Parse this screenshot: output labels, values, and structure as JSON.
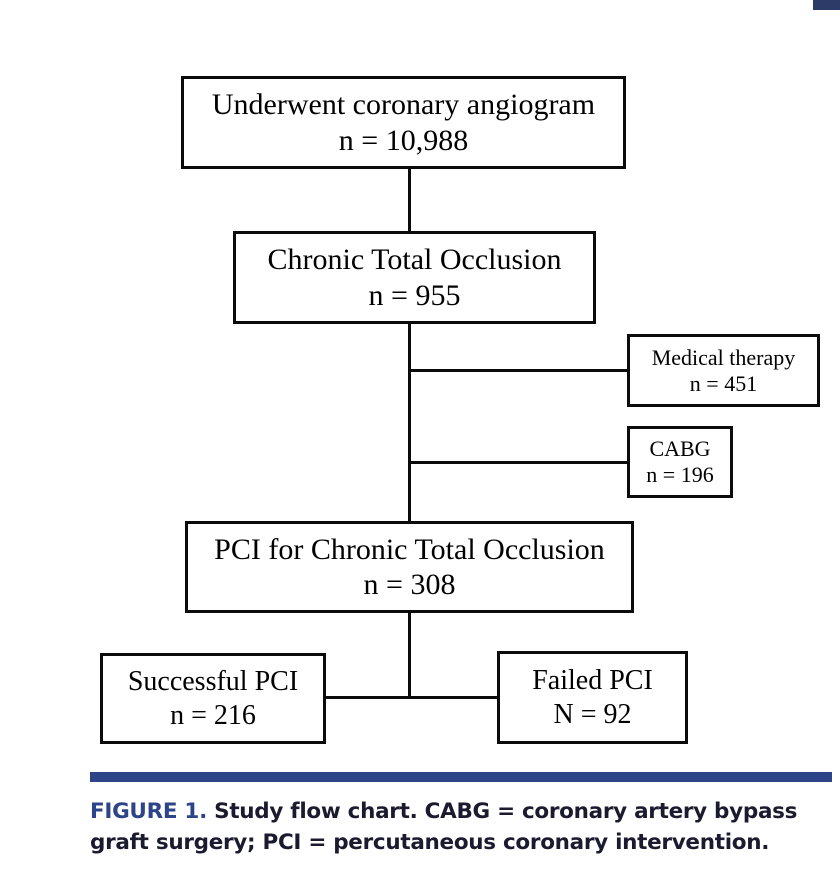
{
  "figure": {
    "caption_label": "FIGURE 1.",
    "caption_body": " Study flow chart. CABG = coronary artery bypass graft surgery; PCI = percutaneous coronary intervention.",
    "rule_color": "#2e4489",
    "label_color": "#2e4489",
    "body_color": "#1b1b2f",
    "corner_mark_color": "#2d3b68"
  },
  "chart_data": {
    "type": "diagram",
    "subtype": "flowchart",
    "title": "Study flow chart",
    "nodes": [
      {
        "id": "angiogram",
        "line1": "Underwent coronary angiogram",
        "line2": "n = 10,988",
        "count": 10988
      },
      {
        "id": "cto",
        "line1": "Chronic Total Occlusion",
        "line2": "n = 955",
        "count": 955
      },
      {
        "id": "medical",
        "line1": "Medical therapy",
        "line2": "n = 451",
        "count": 451
      },
      {
        "id": "cabg",
        "line1": "CABG",
        "line2": "n = 196",
        "count": 196
      },
      {
        "id": "pci",
        "line1": "PCI for Chronic Total Occlusion",
        "line2": "n = 308",
        "count": 308
      },
      {
        "id": "success",
        "line1": "Successful PCI",
        "line2": "n = 216",
        "count": 216
      },
      {
        "id": "failed",
        "line1": "Failed PCI",
        "line2": "N = 92",
        "count": 92
      }
    ],
    "edges": [
      {
        "from": "angiogram",
        "to": "cto"
      },
      {
        "from": "cto",
        "to": "medical"
      },
      {
        "from": "cto",
        "to": "cabg"
      },
      {
        "from": "cto",
        "to": "pci"
      },
      {
        "from": "pci",
        "to": "success"
      },
      {
        "from": "pci",
        "to": "failed"
      }
    ],
    "abbreviations": [
      {
        "term": "CABG",
        "definition": "coronary artery bypass graft surgery"
      },
      {
        "term": "PCI",
        "definition": "percutaneous coronary intervention"
      }
    ]
  }
}
